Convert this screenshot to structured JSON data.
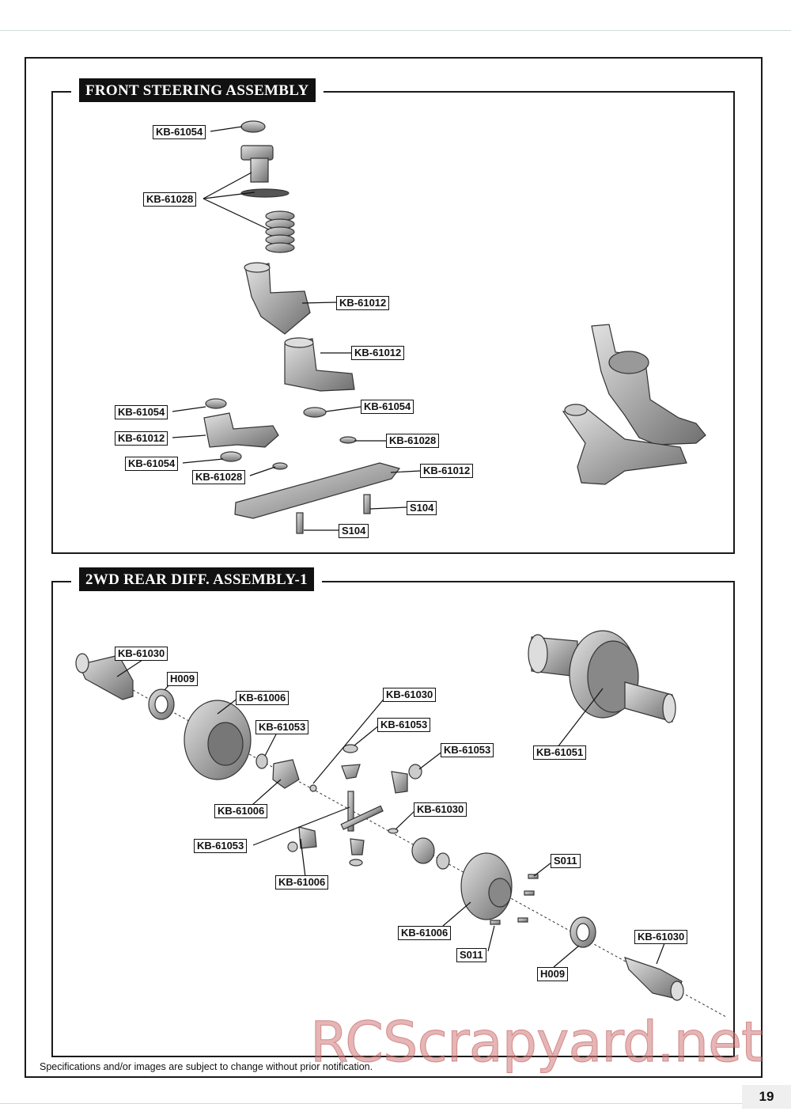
{
  "sections": {
    "steering_title": "FRONT STEERING ASSEMBLY",
    "diff_title": "2WD REAR DIFF. ASSEMBLY-1"
  },
  "steering_callouts": [
    "KB-61054",
    "KB-61028",
    "KB-61012",
    "KB-61012",
    "KB-61054",
    "KB-61054",
    "KB-61012",
    "KB-61028",
    "KB-61054",
    "KB-61028",
    "KB-61012",
    "S104",
    "S104"
  ],
  "diff_callouts": [
    "KB-61030",
    "H009",
    "KB-61006",
    "KB-61053",
    "KB-61030",
    "KB-61053",
    "KB-61053",
    "KB-61006",
    "KB-61030",
    "KB-61053",
    "KB-61006",
    "S011",
    "KB-61006",
    "S011",
    "H009",
    "KB-61030",
    "KB-61051"
  ],
  "footer": {
    "note": "Specifications and/or images are subject to change without prior notification.",
    "watermark": "RCScrapyard.net",
    "page_number": "19"
  },
  "colors": {
    "frame": "#1a1a1a",
    "title_bg": "#111111",
    "part_fill": "#b5b5b5",
    "watermark": "#d27878"
  }
}
